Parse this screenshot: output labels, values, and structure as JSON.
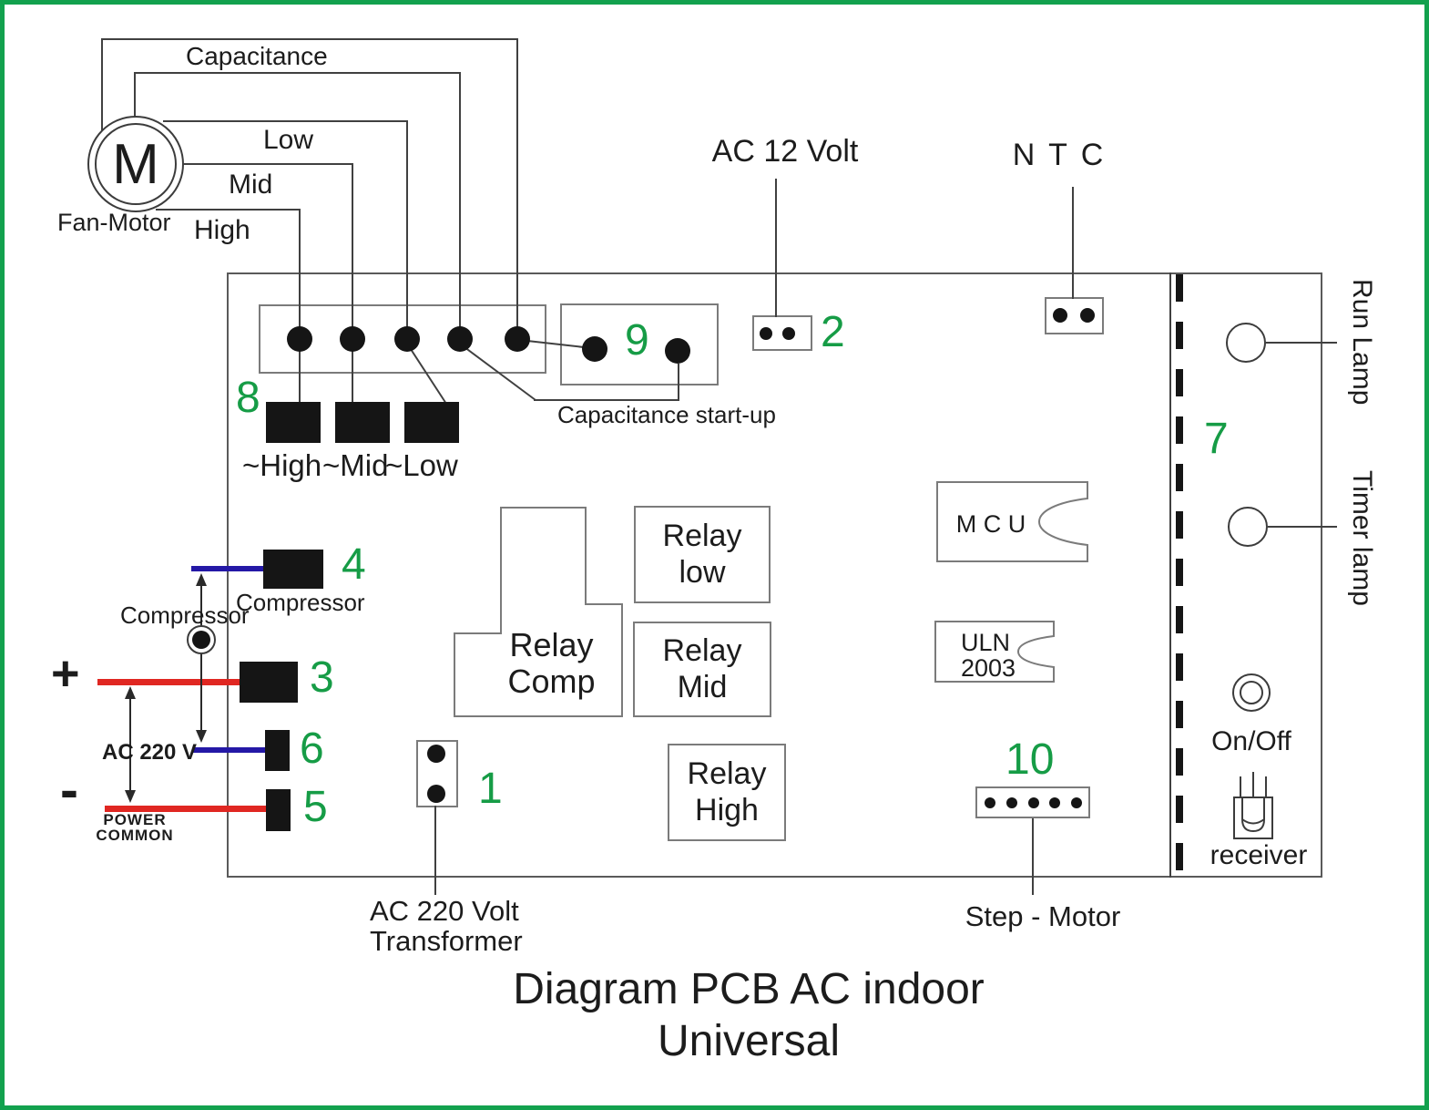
{
  "colors": {
    "accent_green": "#169c46",
    "frame_green": "#12a14e",
    "wire_gray": "#404040",
    "blue_wire": "#2418a6",
    "red_wire": "#e02722",
    "ink_black": "#151515"
  },
  "fan_motor": {
    "symbol": "M",
    "label": "Fan-Motor",
    "wire_labels": {
      "capacitance": "Capacitance",
      "low": "Low",
      "mid": "Mid",
      "high": "High"
    }
  },
  "fan_header": {
    "number": "8",
    "tap_labels": [
      "~High",
      "~Mid",
      "~Low"
    ]
  },
  "cap_startup": {
    "number": "9",
    "label": "Capacitance start-up"
  },
  "ac12": {
    "number": "2",
    "label": "AC 12 Volt"
  },
  "ntc": {
    "label": "N T C"
  },
  "left_inputs": {
    "compressor_out": {
      "number": "4",
      "label": "Compressor"
    },
    "compressor_terminal_label": "Compressor",
    "live": {
      "number": "3",
      "sign": "+"
    },
    "neutral_blue": {
      "number": "6"
    },
    "common": {
      "number": "5",
      "sign": "-"
    },
    "ac220_label": "AC 220 V",
    "power_common_line1": "POWER",
    "power_common_line2": "COMMON"
  },
  "transformer": {
    "number": "1",
    "label_line1": "AC 220 Volt",
    "label_line2": "Transformer"
  },
  "step_motor": {
    "number": "10",
    "label": "Step - Motor"
  },
  "chips": {
    "mcu_label": "M C U",
    "uln_line1": "ULN",
    "uln_line2": "2003"
  },
  "relays": {
    "comp_line1": "Relay",
    "comp_line2": "Comp",
    "low_line1": "Relay",
    "low_line2": "low",
    "mid_line1": "Relay",
    "mid_line2": "Mid",
    "high_line1": "Relay",
    "high_line2": "High"
  },
  "front_panel": {
    "number": "7",
    "run_lamp": "Run Lamp",
    "timer_lamp": "Timer lamp",
    "on_off": "On/Off",
    "receiver": "receiver"
  },
  "title": {
    "line1": "Diagram PCB AC indoor",
    "line2": "Universal"
  }
}
